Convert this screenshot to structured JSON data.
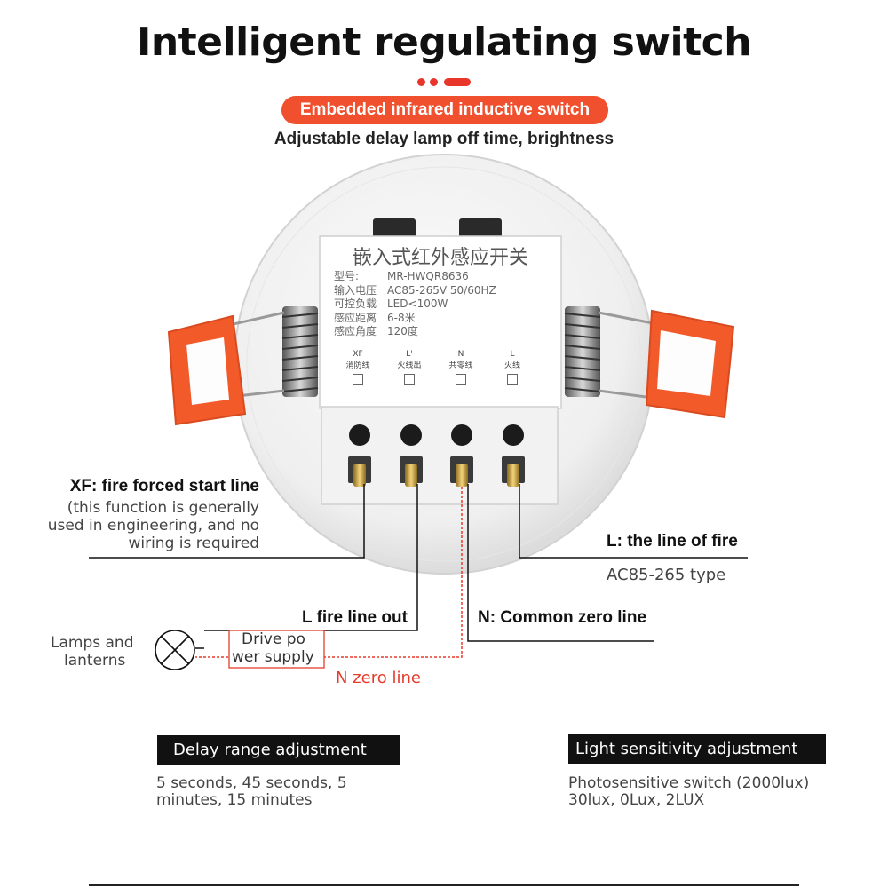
{
  "header": {
    "title": "Intelligent regulating switch",
    "pill": "Embedded infrared inductive switch",
    "subtitle": "Adjustable delay lamp off time, brightness"
  },
  "label_plate": {
    "heading": "嵌入式红外感应开关",
    "rows": [
      {
        "key": "型号:",
        "value": "MR-HWQR8636"
      },
      {
        "key": "输入电压",
        "value": "AC85-265V 50/60HZ"
      },
      {
        "key": "可控负载",
        "value": "LED<100W"
      },
      {
        "key": "感应距离",
        "value": "6-8米"
      },
      {
        "key": "感应角度",
        "value": "120度"
      }
    ],
    "terminals": [
      {
        "code": "XF",
        "name": "消防线"
      },
      {
        "code": "L'",
        "name": "火线出"
      },
      {
        "code": "N",
        "name": "共零线"
      },
      {
        "code": "L",
        "name": "火线"
      }
    ]
  },
  "annotations": {
    "xf_title": "XF: fire forced start line",
    "xf_note_1": "(this function is generally",
    "xf_note_2": "used in engineering, and no",
    "xf_note_3": "wiring is required",
    "l_title": "L: the line of fire",
    "l_note": "AC85-265 type",
    "lout_title": "L fire line out",
    "n_title": "N: Common zero line",
    "lamp_1": "Lamps and",
    "lamp_2": "lanterns",
    "drive_1": "Drive po",
    "drive_2": "wer supply",
    "n_zero": "N zero line"
  },
  "features": {
    "delay_title": "Delay range adjustment",
    "delay_1": "5 seconds, 45 seconds, 5",
    "delay_2": "minutes, 15 minutes",
    "light_title": "Light sensitivity adjustment",
    "light_1": "Photosensitive switch (2000lux)",
    "light_2": "30lux, 0Lux, 2LUX"
  },
  "colors": {
    "accent": "#f0502d",
    "clip": "#f25a2a",
    "wire_red": "#e53b2b"
  }
}
